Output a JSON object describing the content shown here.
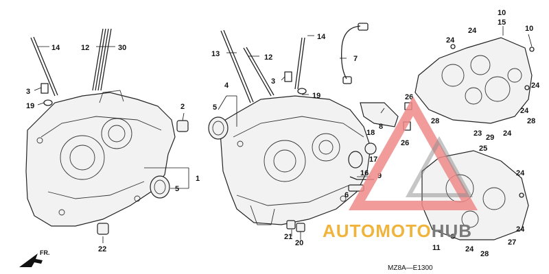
{
  "diagram": {
    "code": "MZ8A—E1300",
    "direction_label": "FR.",
    "labels": [
      {
        "id": "l14a",
        "text": "14"
      },
      {
        "id": "l12a",
        "text": "12"
      },
      {
        "id": "l30",
        "text": "30"
      },
      {
        "id": "l3a",
        "text": "3"
      },
      {
        "id": "l19a",
        "text": "19"
      },
      {
        "id": "l2",
        "text": "2"
      },
      {
        "id": "l1",
        "text": "1"
      },
      {
        "id": "l5a",
        "text": "5"
      },
      {
        "id": "l22",
        "text": "22"
      },
      {
        "id": "l13",
        "text": "13"
      },
      {
        "id": "l12b",
        "text": "12"
      },
      {
        "id": "l4",
        "text": "4"
      },
      {
        "id": "l5b",
        "text": "5"
      },
      {
        "id": "l3b",
        "text": "3"
      },
      {
        "id": "l14b",
        "text": "14"
      },
      {
        "id": "l19b",
        "text": "19"
      },
      {
        "id": "l7",
        "text": "7"
      },
      {
        "id": "l26a",
        "text": "26"
      },
      {
        "id": "l8",
        "text": "8"
      },
      {
        "id": "l26b",
        "text": "26"
      },
      {
        "id": "l18",
        "text": "18"
      },
      {
        "id": "l17",
        "text": "17"
      },
      {
        "id": "l16",
        "text": "16"
      },
      {
        "id": "l9",
        "text": "9"
      },
      {
        "id": "l6",
        "text": "6"
      },
      {
        "id": "l21",
        "text": "21"
      },
      {
        "id": "l20",
        "text": "20"
      },
      {
        "id": "l10a",
        "text": "10"
      },
      {
        "id": "l15",
        "text": "15"
      },
      {
        "id": "l10b",
        "text": "10"
      },
      {
        "id": "l24a",
        "text": "24"
      },
      {
        "id": "l24b",
        "text": "24"
      },
      {
        "id": "l24c",
        "text": "24"
      },
      {
        "id": "l24d",
        "text": "24"
      },
      {
        "id": "l28a",
        "text": "28"
      },
      {
        "id": "l23",
        "text": "23"
      },
      {
        "id": "l29",
        "text": "29"
      },
      {
        "id": "l24e",
        "text": "24"
      },
      {
        "id": "l28b",
        "text": "28"
      },
      {
        "id": "l25",
        "text": "25"
      },
      {
        "id": "l24f",
        "text": "24"
      },
      {
        "id": "l11",
        "text": "11"
      },
      {
        "id": "l24g",
        "text": "24"
      },
      {
        "id": "l28c",
        "text": "28"
      },
      {
        "id": "l27",
        "text": "27"
      },
      {
        "id": "l24h",
        "text": "24"
      }
    ]
  },
  "watermark": {
    "brand_part1": "AUTOMOTO",
    "brand_part2": "HUB",
    "primary_color": "#f08a8a",
    "accent_color": "#7a7a7a",
    "text_color": "#f0b43c"
  }
}
